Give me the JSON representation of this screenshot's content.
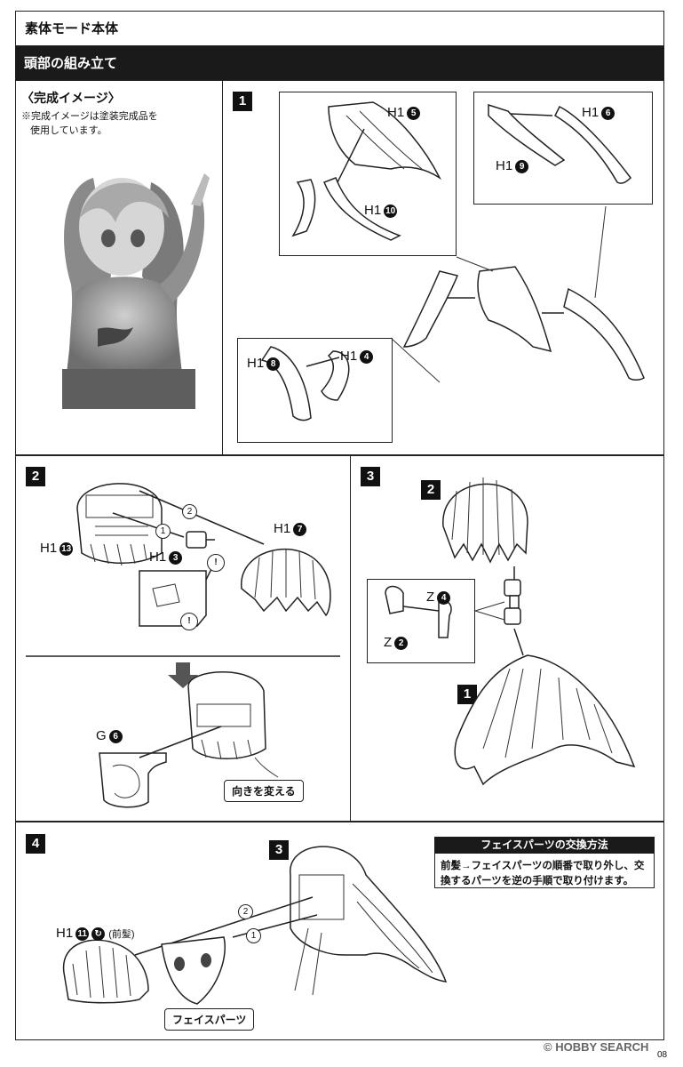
{
  "header": {
    "section_title": "素体モード本体",
    "subtitle": "頭部の組み立て"
  },
  "completed_image": {
    "title": "〈完成イメージ〉",
    "note_line1": "※完成イメージは塗装完成品を",
    "note_line2": "使用しています。"
  },
  "step1": {
    "number": "1",
    "parts": [
      {
        "runner": "H1",
        "num": "5"
      },
      {
        "runner": "H1",
        "num": "10"
      },
      {
        "runner": "H1",
        "num": "6"
      },
      {
        "runner": "H1",
        "num": "9"
      },
      {
        "runner": "H1",
        "num": "8"
      },
      {
        "runner": "H1",
        "num": "4"
      }
    ]
  },
  "step2": {
    "number": "2",
    "parts": [
      {
        "runner": "H1",
        "num": "13"
      },
      {
        "runner": "H1",
        "num": "3"
      },
      {
        "runner": "H1",
        "num": "7"
      },
      {
        "runner": "G",
        "num": "6"
      }
    ],
    "order": [
      "1",
      "2"
    ],
    "warning": "!",
    "rotate_label": "向きを変える"
  },
  "step3": {
    "number": "3",
    "ref_steps": [
      "2",
      "1"
    ],
    "parts": [
      {
        "runner": "Z",
        "num": "4"
      },
      {
        "runner": "Z",
        "num": "2"
      }
    ]
  },
  "step4": {
    "number": "4",
    "ref_step": "3",
    "part": {
      "runner": "H1",
      "num": "11",
      "note": "(前髪)"
    },
    "order": [
      "2",
      "1"
    ],
    "face_label": "フェイスパーツ",
    "exchange_title": "フェイスパーツの交換方法",
    "exchange_text_line1": "前髪→フェイスパーツの順番で取り外し、交",
    "exchange_text_line2": "換するパーツを逆の手順で取り付けます。"
  },
  "footer": {
    "watermark": "© HOBBY SEARCH",
    "page_number": "08"
  }
}
